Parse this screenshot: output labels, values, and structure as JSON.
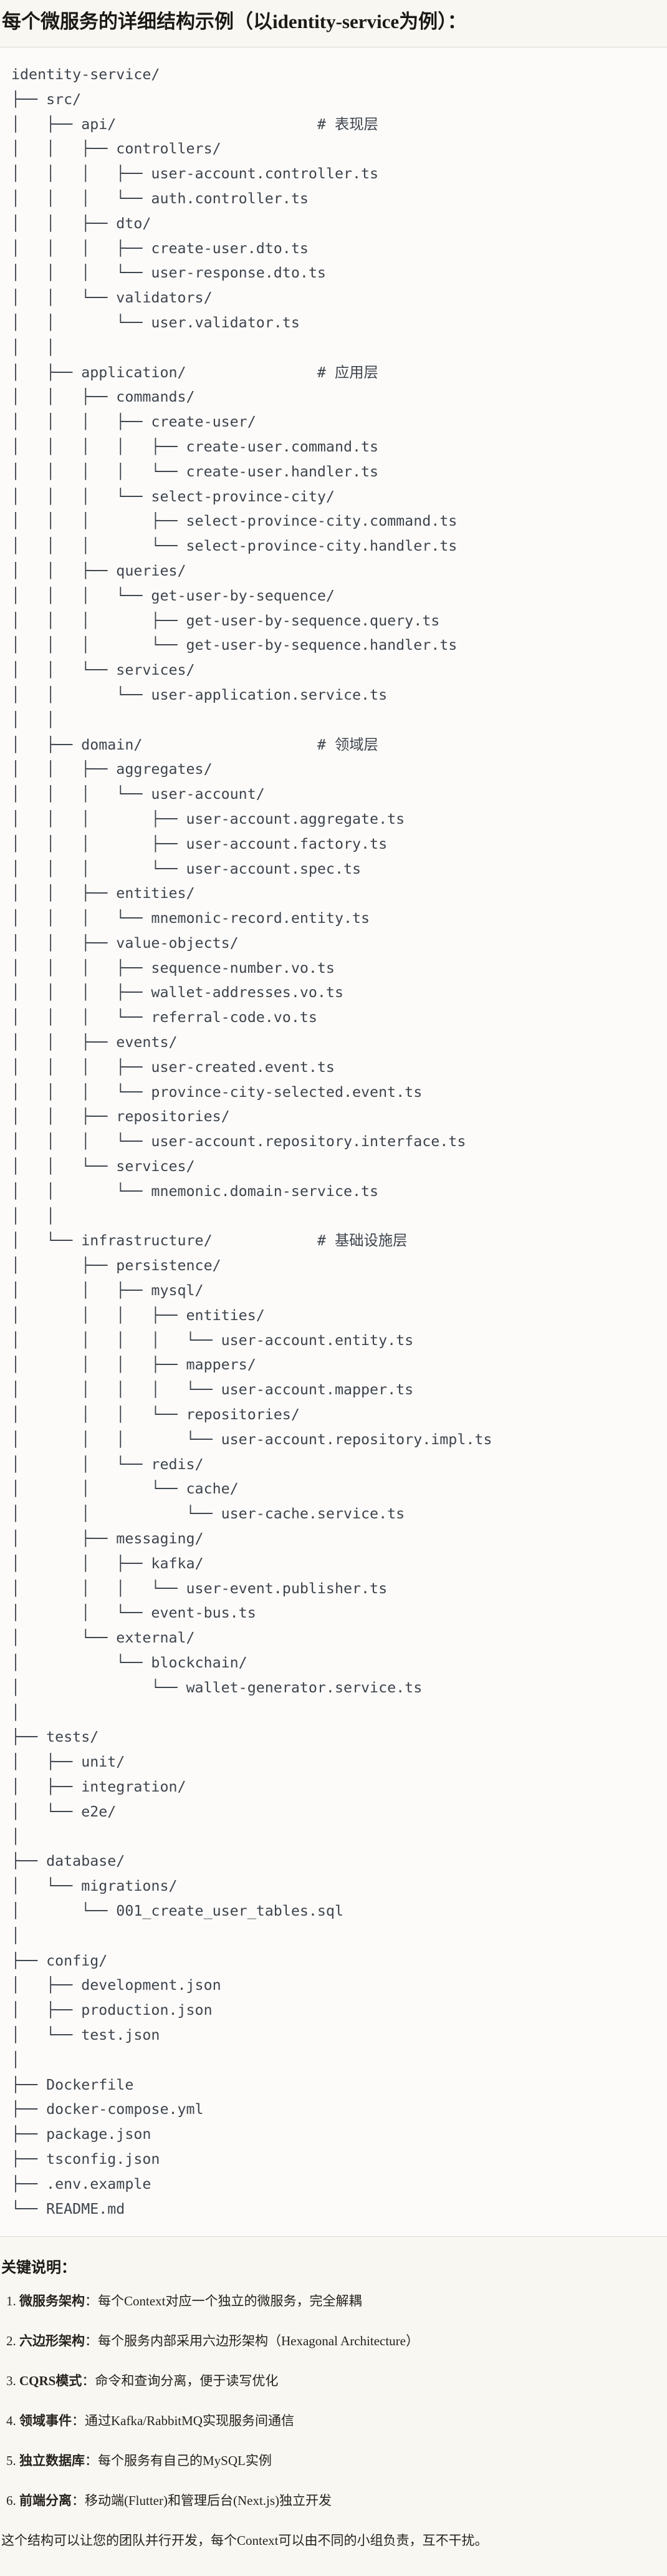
{
  "page": {
    "title": "每个微服务的详细结构示例（以identity-service为例）：",
    "colors": {
      "page_bg": "#f9f7f2",
      "code_bg": "#fcfbf9",
      "border": "#dcd8d0",
      "code_text": "#3e444d",
      "heading_text": "#1c1a16",
      "body_text": "#26231e"
    }
  },
  "code_block": {
    "tree_lines": [
      "identity-service/",
      "├── src/",
      "│   ├── api/                       # 表现层",
      "│   │   ├── controllers/",
      "│   │   │   ├── user-account.controller.ts",
      "│   │   │   └── auth.controller.ts",
      "│   │   ├── dto/",
      "│   │   │   ├── create-user.dto.ts",
      "│   │   │   └── user-response.dto.ts",
      "│   │   └── validators/",
      "│   │       └── user.validator.ts",
      "│   │",
      "│   ├── application/               # 应用层",
      "│   │   ├── commands/",
      "│   │   │   ├── create-user/",
      "│   │   │   │   ├── create-user.command.ts",
      "│   │   │   │   └── create-user.handler.ts",
      "│   │   │   └── select-province-city/",
      "│   │   │       ├── select-province-city.command.ts",
      "│   │   │       └── select-province-city.handler.ts",
      "│   │   ├── queries/",
      "│   │   │   └── get-user-by-sequence/",
      "│   │   │       ├── get-user-by-sequence.query.ts",
      "│   │   │       └── get-user-by-sequence.handler.ts",
      "│   │   └── services/",
      "│   │       └── user-application.service.ts",
      "│   │",
      "│   ├── domain/                    # 领域层",
      "│   │   ├── aggregates/",
      "│   │   │   └── user-account/",
      "│   │   │       ├── user-account.aggregate.ts",
      "│   │   │       ├── user-account.factory.ts",
      "│   │   │       └── user-account.spec.ts",
      "│   │   ├── entities/",
      "│   │   │   └── mnemonic-record.entity.ts",
      "│   │   ├── value-objects/",
      "│   │   │   ├── sequence-number.vo.ts",
      "│   │   │   ├── wallet-addresses.vo.ts",
      "│   │   │   └── referral-code.vo.ts",
      "│   │   ├── events/",
      "│   │   │   ├── user-created.event.ts",
      "│   │   │   └── province-city-selected.event.ts",
      "│   │   ├── repositories/",
      "│   │   │   └── user-account.repository.interface.ts",
      "│   │   └── services/",
      "│   │       └── mnemonic.domain-service.ts",
      "│   │",
      "│   └── infrastructure/            # 基础设施层",
      "│       ├── persistence/",
      "│       │   ├── mysql/",
      "│       │   │   ├── entities/",
      "│       │   │   │   └── user-account.entity.ts",
      "│       │   │   ├── mappers/",
      "│       │   │   │   └── user-account.mapper.ts",
      "│       │   │   └── repositories/",
      "│       │   │       └── user-account.repository.impl.ts",
      "│       │   └── redis/",
      "│       │       └── cache/",
      "│       │           └── user-cache.service.ts",
      "│       ├── messaging/",
      "│       │   ├── kafka/",
      "│       │   │   └── user-event.publisher.ts",
      "│       │   └── event-bus.ts",
      "│       └── external/",
      "│           └── blockchain/",
      "│               └── wallet-generator.service.ts",
      "│",
      "├── tests/",
      "│   ├── unit/",
      "│   ├── integration/",
      "│   └── e2e/",
      "│",
      "├── database/",
      "│   └── migrations/",
      "│       └── 001_create_user_tables.sql",
      "│",
      "├── config/",
      "│   ├── development.json",
      "│   ├── production.json",
      "│   └── test.json",
      "│",
      "├── Dockerfile",
      "├── docker-compose.yml",
      "├── package.json",
      "├── tsconfig.json",
      "├── .env.example",
      "└── README.md"
    ]
  },
  "notes": {
    "heading": "关键说明：",
    "items": [
      {
        "num": "1. ",
        "label": "微服务架构",
        "text": "：每个Context对应一个独立的微服务，完全解耦"
      },
      {
        "num": "2. ",
        "label": "六边形架构",
        "text": "：每个服务内部采用六边形架构（Hexagonal Architecture）"
      },
      {
        "num": "3. ",
        "label": "CQRS模式",
        "text": "：命令和查询分离，便于读写优化"
      },
      {
        "num": "4. ",
        "label": "领域事件",
        "text": "：通过Kafka/RabbitMQ实现服务间通信"
      },
      {
        "num": "5. ",
        "label": "独立数据库",
        "text": "：每个服务有自己的MySQL实例"
      },
      {
        "num": "6. ",
        "label": "前端分离",
        "text": "：移动端(Flutter)和管理后台(Next.js)独立开发"
      }
    ],
    "footer": "这个结构可以让您的团队并行开发，每个Context可以由不同的小组负责，互不干扰。"
  }
}
